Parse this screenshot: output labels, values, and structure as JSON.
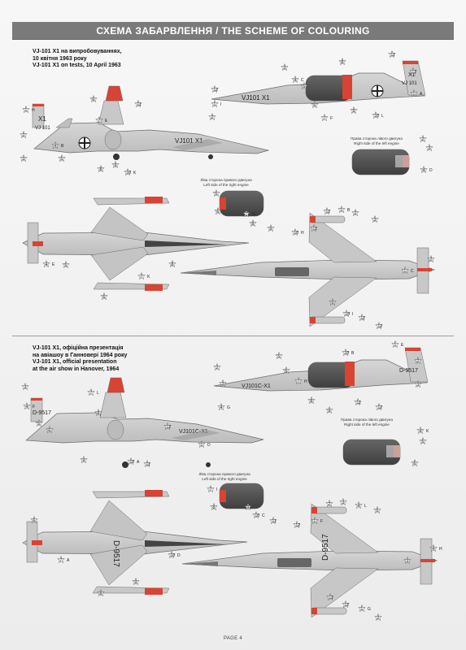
{
  "header": {
    "title": "СХЕМА ЗАБАРВЛЕННЯ / THE SCHEME OF COLOURING"
  },
  "top_section": {
    "line1": "VJ-101 X1 на випробовуваннях,",
    "line2": "10 квітня 1963 року",
    "line3": "VJ-101 X1 on tests, 10 April 1963",
    "registration_markings": [
      "VJ101 X1",
      "X1",
      "VJ 101"
    ]
  },
  "bottom_section": {
    "line1": "VJ-101 X1, офіційна презентація",
    "line2": "на авіашоу в Ганновері 1964 року",
    "line3": "VJ-101 X1, official presentation",
    "line4": "at the air show in Hanover, 1964",
    "registration_markings": [
      "VJ101C-X1",
      "D-9517"
    ]
  },
  "engine_notes": {
    "top_left_ua": "Ліва сторона правого двигуна",
    "top_left_en": "Left side of the right engine",
    "top_right_ua": "Права сторона лівого двигуна",
    "top_right_en": "Right side of the left engine",
    "bottom_left_ua": "Ліва сторона правого двигуна",
    "bottom_left_en": "Left side of the right engine",
    "bottom_right_ua": "Права сторона лівого двигуна",
    "bottom_right_en": "Right side of the left engine"
  },
  "callout_letters": [
    "H",
    "I",
    "A",
    "B",
    "C",
    "D",
    "E",
    "F",
    "G",
    "K",
    "L"
  ],
  "footer": {
    "page_label": "PAGE 4"
  },
  "colors": {
    "header_bg": "#7a7a7a",
    "aircraft_gray": "#c8c8c8",
    "aircraft_outline": "#666666",
    "accent_red": "#d84333",
    "dark_panel": "#555555",
    "engine_dark": "#4a4a4a"
  }
}
